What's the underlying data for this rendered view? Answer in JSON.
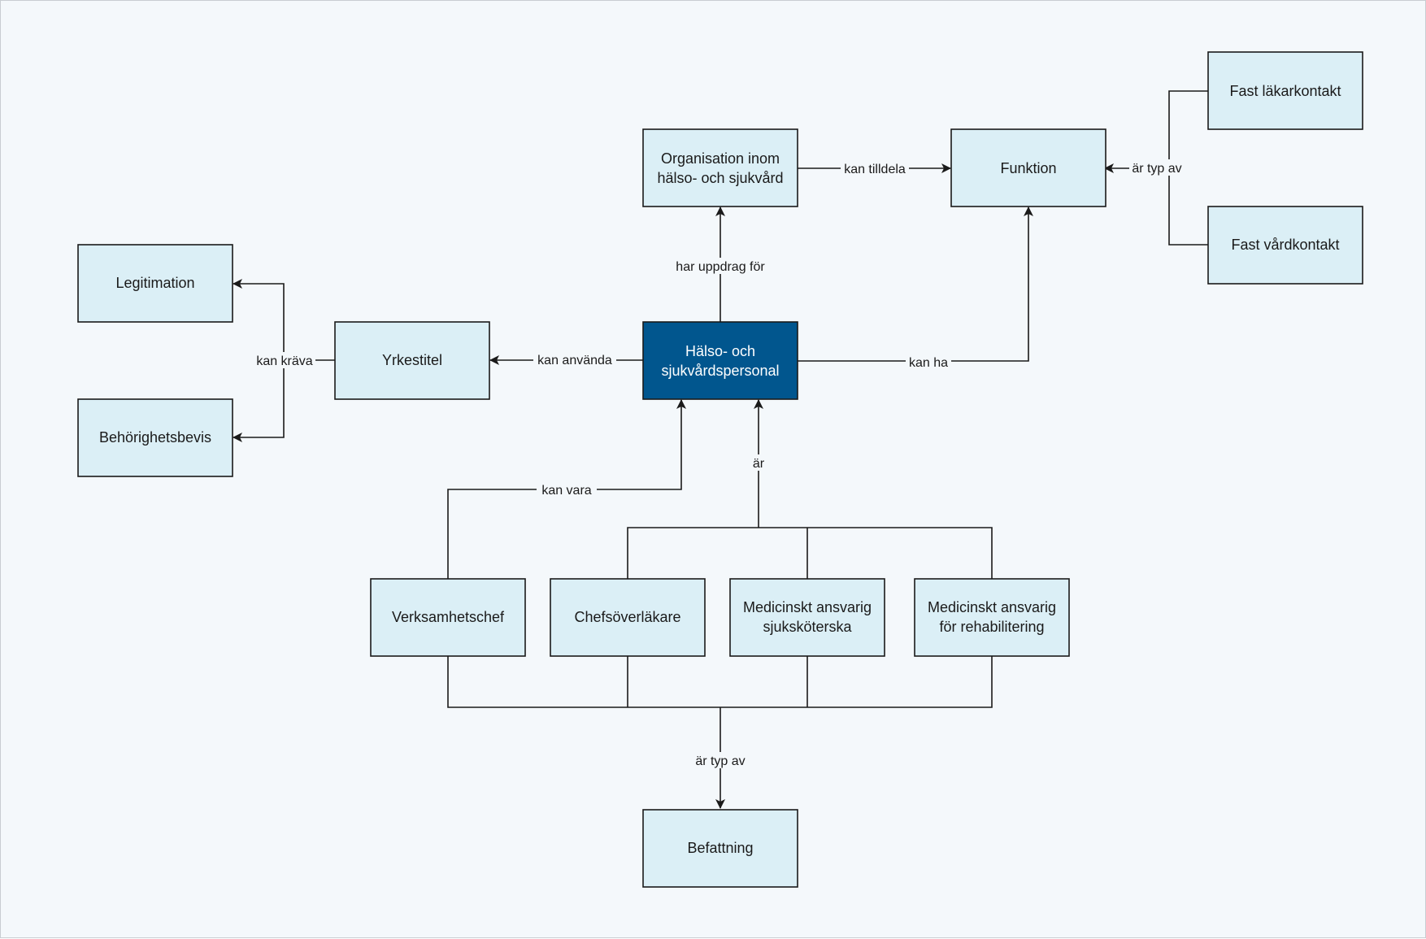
{
  "nodes": {
    "halso_personal": {
      "line1": "Hälso- och",
      "line2": "sjukvårdspersonal"
    },
    "organisation": {
      "line1": "Organisation inom",
      "line2": "hälso- och sjukvård"
    },
    "funktion": {
      "label": "Funktion"
    },
    "fast_lakarkontakt": {
      "label": "Fast läkarkontakt"
    },
    "fast_vardkontakt": {
      "label": "Fast vårdkontakt"
    },
    "legitimation": {
      "label": "Legitimation"
    },
    "behorighetsbevis": {
      "label": "Behörighetsbevis"
    },
    "yrkestitel": {
      "label": "Yrkestitel"
    },
    "verksamhetschef": {
      "label": "Verksamhetschef"
    },
    "chefsoverlakare": {
      "label": "Chefsöverläkare"
    },
    "med_ansv_sjukskoterska": {
      "line1": "Medicinskt ansvarig",
      "line2": "sjuksköterska"
    },
    "med_ansv_rehab": {
      "line1": "Medicinskt ansvarig",
      "line2": "för rehabilitering"
    },
    "befattning": {
      "label": "Befattning"
    }
  },
  "edges": {
    "kan_tilldela": "kan tilldela",
    "ar_typ_av_funktion": "är typ av",
    "har_uppdrag_for": "har uppdrag för",
    "kan_ha": "kan ha",
    "kan_anvanda": "kan använda",
    "kan_krava": "kan kräva",
    "kan_vara": "kan vara",
    "ar": "är",
    "ar_typ_av_befattning": "är typ av"
  },
  "colors": {
    "node_fill": "#dbeff6",
    "node_main_fill": "#01568e",
    "background": "#f4f8fb",
    "stroke": "#1a1a1a"
  }
}
